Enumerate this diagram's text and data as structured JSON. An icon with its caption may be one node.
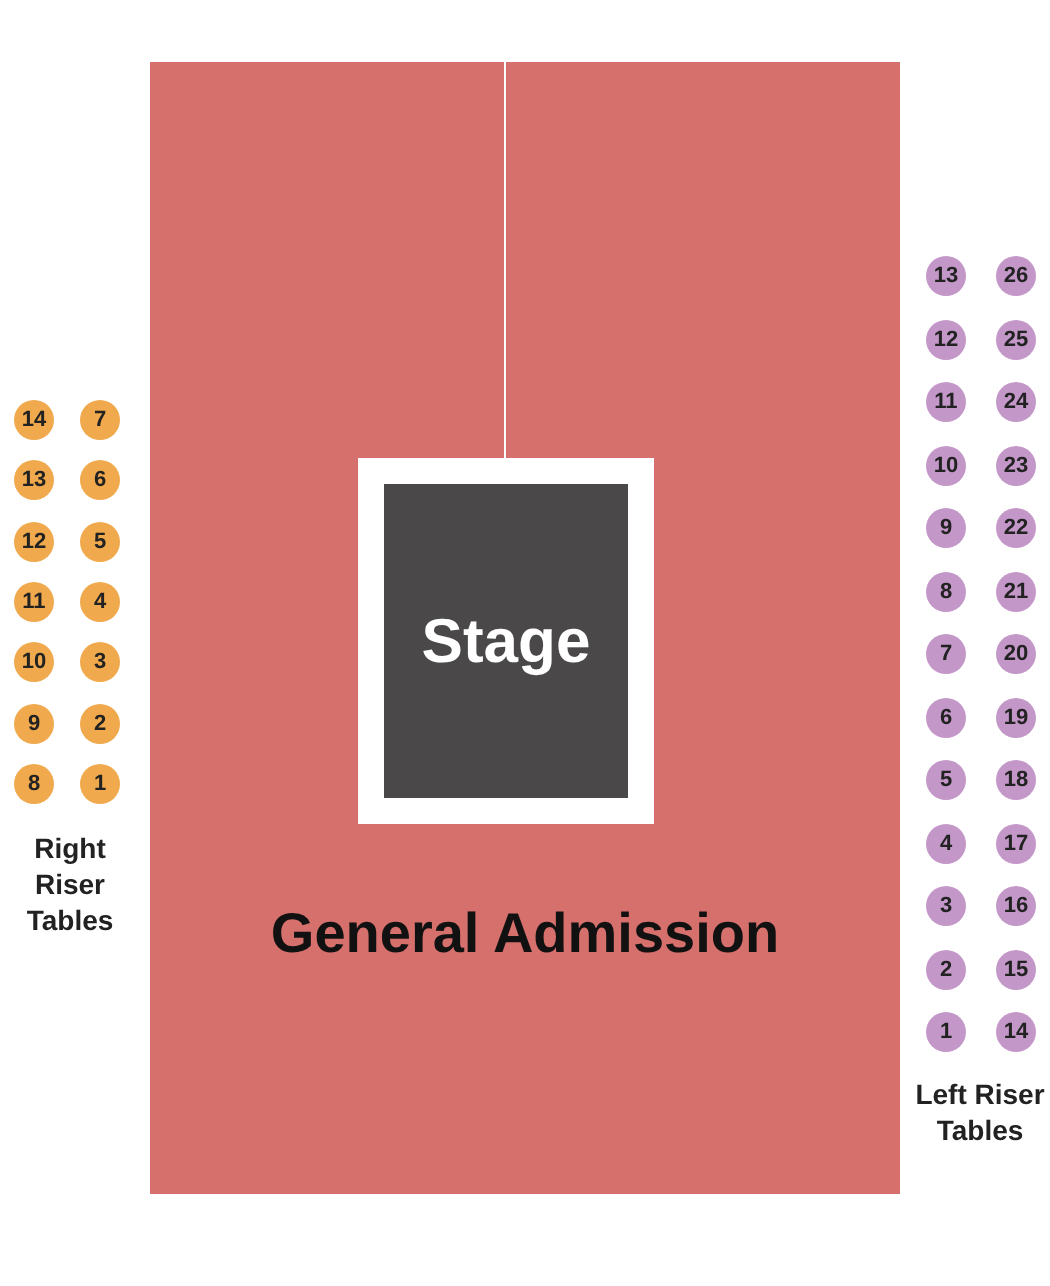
{
  "diagram": {
    "nodes": [
      {
        "text": [
          "General Admission"
        ]
      },
      {
        "text": [
          "Stage"
        ],
        "in": 0
      },
      {
        "text": [
          "14"
        ]
      },
      {
        "text": [
          "7"
        ]
      },
      {
        "text": [
          "13"
        ]
      },
      {
        "text": [
          "6"
        ]
      },
      {
        "text": [
          "12"
        ]
      },
      {
        "text": [
          "5"
        ]
      },
      {
        "text": [
          "11"
        ]
      },
      {
        "text": [
          "4"
        ]
      },
      {
        "text": [
          "10"
        ]
      },
      {
        "text": [
          "3"
        ]
      },
      {
        "text": [
          "9"
        ]
      },
      {
        "text": [
          "2"
        ]
      },
      {
        "text": [
          "8"
        ]
      },
      {
        "text": [
          "1"
        ]
      },
      {
        "text": [
          "13"
        ]
      },
      {
        "text": [
          "26"
        ]
      },
      {
        "text": [
          "12"
        ]
      },
      {
        "text": [
          "25"
        ]
      },
      {
        "text": [
          "11"
        ]
      },
      {
        "text": [
          "24"
        ]
      },
      {
        "text": [
          "10"
        ]
      },
      {
        "text": [
          "23"
        ]
      },
      {
        "text": [
          "9"
        ]
      },
      {
        "text": [
          "22"
        ]
      },
      {
        "text": [
          "8"
        ]
      },
      {
        "text": [
          "21"
        ]
      },
      {
        "text": [
          "7"
        ]
      },
      {
        "text": [
          "20"
        ]
      },
      {
        "text": [
          "6"
        ]
      },
      {
        "text": [
          "19"
        ]
      },
      {
        "text": [
          "5"
        ]
      },
      {
        "text": [
          "18"
        ]
      },
      {
        "text": [
          "4"
        ]
      },
      {
        "text": [
          "17"
        ]
      },
      {
        "text": [
          "3"
        ]
      },
      {
        "text": [
          "16"
        ]
      },
      {
        "text": [
          "2"
        ]
      },
      {
        "text": [
          "15"
        ]
      },
      {
        "text": [
          "1"
        ]
      },
      {
        "text": [
          "14"
        ]
      }
    ],
    "labels": [
      "Right Riser Tables",
      "Left Riser Tables"
    ]
  }
}
